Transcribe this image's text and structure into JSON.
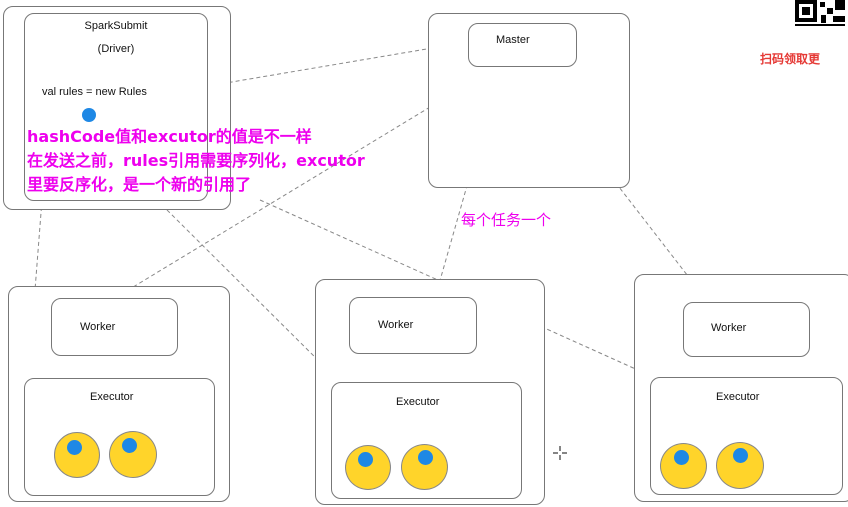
{
  "driver": {
    "title": "SparkSubmit",
    "subtitle": "(Driver)",
    "code": "val rules = new Rules"
  },
  "master": {
    "label": "Master"
  },
  "nodes": [
    {
      "worker_label": "Worker",
      "executor_label": "Executor"
    },
    {
      "worker_label": "Worker",
      "executor_label": "Executor"
    },
    {
      "worker_label": "Worker",
      "executor_label": "Executor"
    }
  ],
  "annotations": {
    "line1": "hashCode值和excutor的值是不一样",
    "line2": "在发送之前，rules引用需要序列化，excutor",
    "line3": "里要反序化，是一个新的引用了",
    "per_task": "每个任务一个"
  },
  "promo": {
    "text": "扫码领取更"
  },
  "colors": {
    "annotation": "#ee00ee",
    "task_fill": "#ffd42a",
    "rule_dot": "#1e88e5",
    "promo": "#e53935",
    "border": "#777777"
  },
  "icons": [
    "qr-code-icon",
    "move-cursor-icon"
  ]
}
